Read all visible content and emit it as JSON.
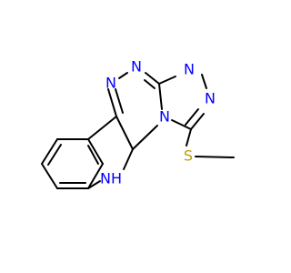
{
  "molecule": {
    "colors": {
      "bond": "#000000",
      "nitrogen": "#0000ff",
      "sulfur": "#b8a000",
      "background": "#ffffff"
    },
    "atoms": [
      {
        "id": "n_top",
        "label": "N",
        "element": "N"
      },
      {
        "id": "n_left",
        "label": "N",
        "element": "N"
      },
      {
        "id": "n_tri_top",
        "label": "N",
        "element": "N"
      },
      {
        "id": "n_tri_right",
        "label": "N",
        "element": "N"
      },
      {
        "id": "n_bridge",
        "label": "N",
        "element": "N"
      },
      {
        "id": "s_methyl",
        "label": "S",
        "element": "S"
      },
      {
        "id": "nh_indole",
        "label": "NH",
        "element": "N"
      }
    ]
  }
}
